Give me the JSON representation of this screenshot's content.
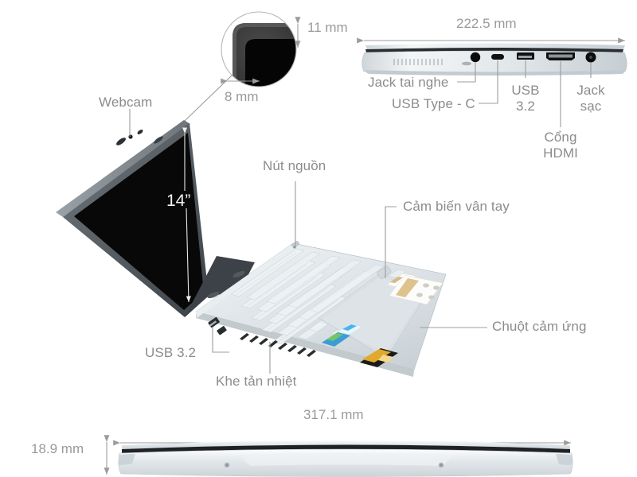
{
  "product": {
    "type": "laptop-specification-diagram",
    "screen_size": "14”"
  },
  "dimensions": {
    "thickness_corner": "11 mm",
    "bezel_width": "8 mm",
    "depth": "222.5 mm",
    "width": "317.1 mm",
    "height_closed": "18.9 mm"
  },
  "labels": {
    "webcam": "Webcam",
    "power_button": "Nút nguồn",
    "usb_left": "USB 3.2",
    "vents": "Khe tản nhiệt",
    "fingerprint": "Cảm biến vân tay",
    "touchpad": "Chuột cảm ứng",
    "headphone_jack": "Jack tai nghe",
    "usb_type_c": "USB Type - C",
    "usb_32": "USB\n3.2",
    "hdmi": "Cổng\nHDMI",
    "power_jack": "Jack\nsạc"
  },
  "colors": {
    "label_text": "#8c8c8c",
    "dimension_text": "#9a9a9a",
    "leader_line": "#9c9c9c",
    "screen_black": "#0a0a0a",
    "chassis_silver": "#d8dde0",
    "bezel_dark": "#4a4f54",
    "background": "#ffffff",
    "screen_label_text": "#f2f2f2"
  }
}
